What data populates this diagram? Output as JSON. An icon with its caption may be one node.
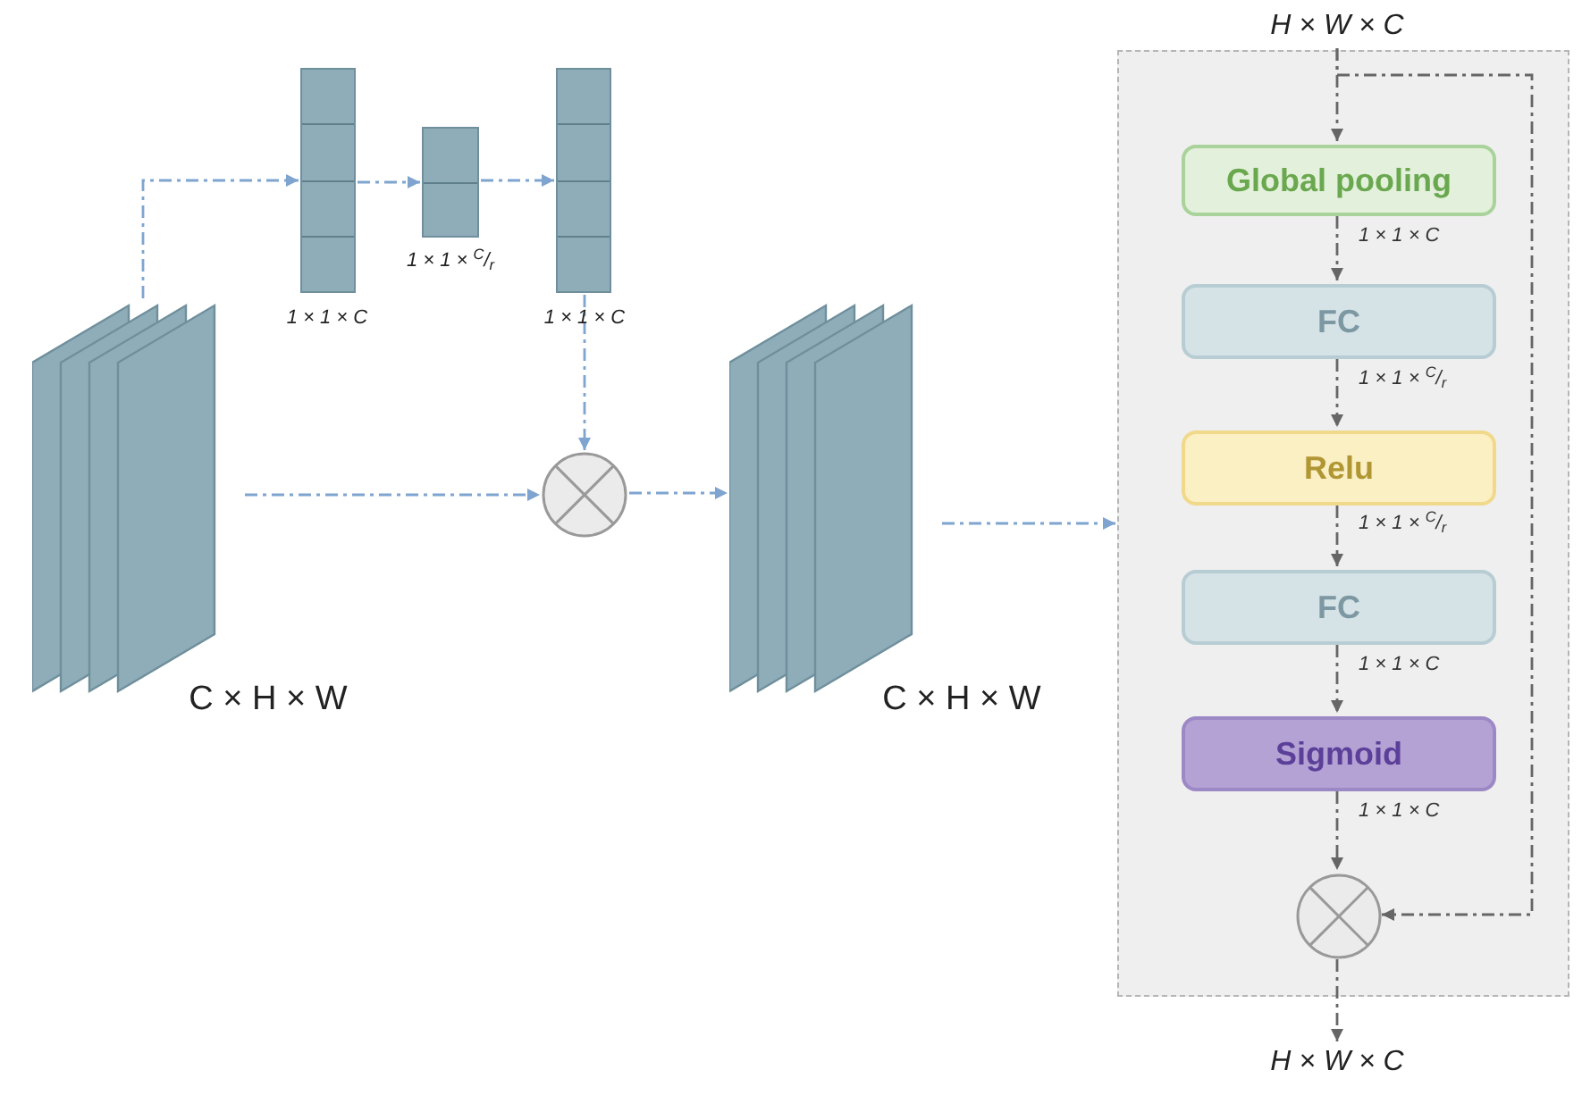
{
  "diagram": {
    "nodes": [
      {
        "text": [],
        "shape": "stack",
        "beside": [
          "C × H × W"
        ]
      },
      {
        "text": [],
        "shape": "bar",
        "beside": [
          "1 × 1 × C"
        ]
      },
      {
        "text": [],
        "shape": "bar",
        "beside": [
          "1 × 1 × $^{C}$/$_{r}$"
        ]
      },
      {
        "text": [],
        "shape": "bar",
        "beside": [
          "1 × 1 × C"
        ]
      },
      {
        "text": [],
        "shape": "circle"
      },
      {
        "text": [],
        "shape": "stack",
        "beside": [
          "C × H × W"
        ]
      },
      {
        "text": [
          "H × W × C"
        ]
      },
      {
        "text": [],
        "shape": "box"
      },
      {
        "text": [
          "Global pooling"
        ],
        "in": 7
      },
      {
        "text": [
          "FC"
        ],
        "in": 7
      },
      {
        "text": [
          "Relu"
        ],
        "in": 7
      },
      {
        "text": [
          "FC"
        ],
        "in": 7
      },
      {
        "text": [
          "Sigmoid"
        ],
        "in": 7
      },
      {
        "text": [],
        "shape": "circle",
        "in": 7
      },
      {
        "text": [
          "H × W × C"
        ]
      }
    ],
    "edges": [
      {
        "from": 0,
        "to": 1,
        "arrow": "to",
        "style": "dashed",
        "color": "#7ea4cf"
      },
      {
        "from": 1,
        "to": 2,
        "arrow": "to",
        "style": "dashed",
        "color": "#7ea4cf"
      },
      {
        "from": 2,
        "to": 3,
        "arrow": "to",
        "style": "dashed",
        "color": "#7ea4cf"
      },
      {
        "from": 3,
        "to": 4,
        "arrow": "to",
        "style": "dashed",
        "color": "#7ea4cf"
      },
      {
        "from": 0,
        "to": 4,
        "arrow": "to",
        "style": "dashed",
        "color": "#7ea4cf"
      },
      {
        "from": 4,
        "to": 5,
        "arrow": "to",
        "style": "dashed",
        "color": "#7ea4cf"
      },
      {
        "from": 5,
        "to": 7,
        "arrow": "to",
        "style": "dashed",
        "color": "#7ea4cf"
      },
      {
        "from": 6,
        "to": 8,
        "arrow": "to",
        "style": "dashed"
      },
      {
        "from": 8,
        "to": 9,
        "arrow": "to",
        "style": "dashed",
        "label": "1 × 1 × C"
      },
      {
        "from": 9,
        "to": 10,
        "arrow": "to",
        "style": "dashed",
        "label": "1 × 1 × $^{C}$/$_{r}$"
      },
      {
        "from": 10,
        "to": 11,
        "arrow": "to",
        "style": "dashed",
        "label": "1 × 1 × $^{C}$/$_{r}$"
      },
      {
        "from": 11,
        "to": 12,
        "arrow": "to",
        "style": "dashed",
        "label": "1 × 1 × C"
      },
      {
        "from": 12,
        "to": 13,
        "arrow": "to",
        "style": "dashed",
        "label": "1 × 1 × C"
      },
      {
        "from": 6,
        "to": 13,
        "arrow": "to",
        "style": "dashed"
      },
      {
        "from": 13,
        "to": 14,
        "arrow": "to",
        "style": "dashed"
      }
    ]
  }
}
